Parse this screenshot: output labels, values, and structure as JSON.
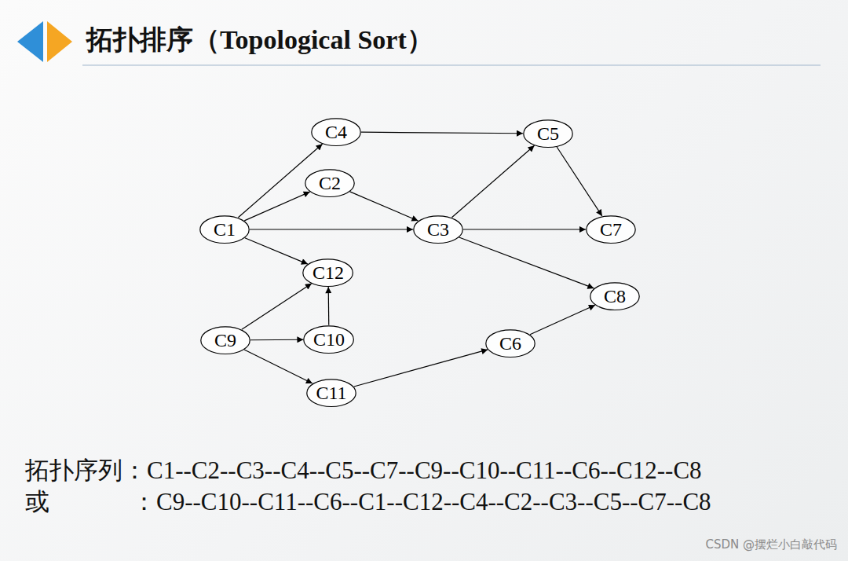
{
  "diagram": {
    "title": "拓扑排序（Topological Sort）",
    "nodes": [
      {
        "text": [
          "C4"
        ]
      },
      {
        "text": [
          "C5"
        ]
      },
      {
        "text": [
          "C2"
        ]
      },
      {
        "text": [
          "C1"
        ]
      },
      {
        "text": [
          "C3"
        ]
      },
      {
        "text": [
          "C7"
        ]
      },
      {
        "text": [
          "C12"
        ]
      },
      {
        "text": [
          "C8"
        ]
      },
      {
        "text": [
          "C9"
        ]
      },
      {
        "text": [
          "C10"
        ]
      },
      {
        "text": [
          "C6"
        ]
      },
      {
        "text": [
          "C11"
        ]
      }
    ],
    "edges": [
      {
        "from": 3,
        "to": 0,
        "arrow": "to"
      },
      {
        "from": 3,
        "to": 2,
        "arrow": "to"
      },
      {
        "from": 3,
        "to": 4,
        "arrow": "to"
      },
      {
        "from": 3,
        "to": 6,
        "arrow": "to"
      },
      {
        "from": 0,
        "to": 1,
        "arrow": "to"
      },
      {
        "from": 2,
        "to": 4,
        "arrow": "to"
      },
      {
        "from": 4,
        "to": 1,
        "arrow": "to"
      },
      {
        "from": 4,
        "to": 5,
        "arrow": "to"
      },
      {
        "from": 4,
        "to": 7,
        "arrow": "to"
      },
      {
        "from": 1,
        "to": 5,
        "arrow": "to"
      },
      {
        "from": 8,
        "to": 6,
        "arrow": "to"
      },
      {
        "from": 8,
        "to": 9,
        "arrow": "to"
      },
      {
        "from": 9,
        "to": 6,
        "arrow": "to"
      },
      {
        "from": 8,
        "to": 11,
        "arrow": "to"
      },
      {
        "from": 11,
        "to": 10,
        "arrow": "to"
      },
      {
        "from": 10,
        "to": 7,
        "arrow": "to"
      }
    ],
    "labels": [
      "拓扑序列：C1--C2--C3--C4--C5--C7--C9--C10--C11--C6--C12--C8",
      "或",
      "：C9--C10--C11--C6--C1--C12--C4--C2--C3--C5--C7--C8",
      "CSDN @摆烂小白敲代码"
    ]
  }
}
